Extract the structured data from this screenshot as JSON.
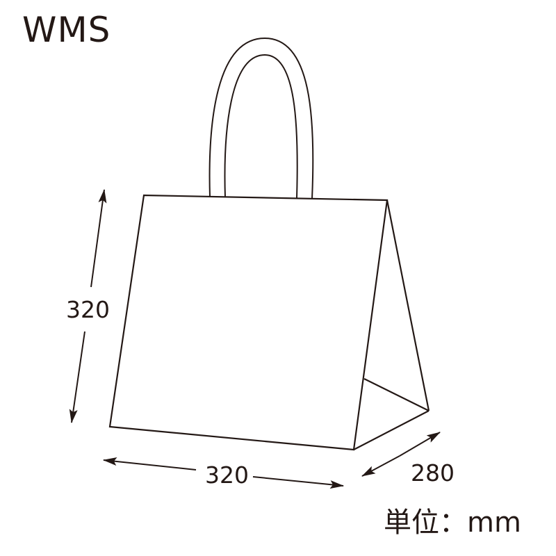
{
  "title": "WMS",
  "dimensions": {
    "height": "320",
    "width": "320",
    "depth": "280"
  },
  "unit_label": "単位：mm",
  "colors": {
    "line": "#231815",
    "background": "#ffffff"
  }
}
